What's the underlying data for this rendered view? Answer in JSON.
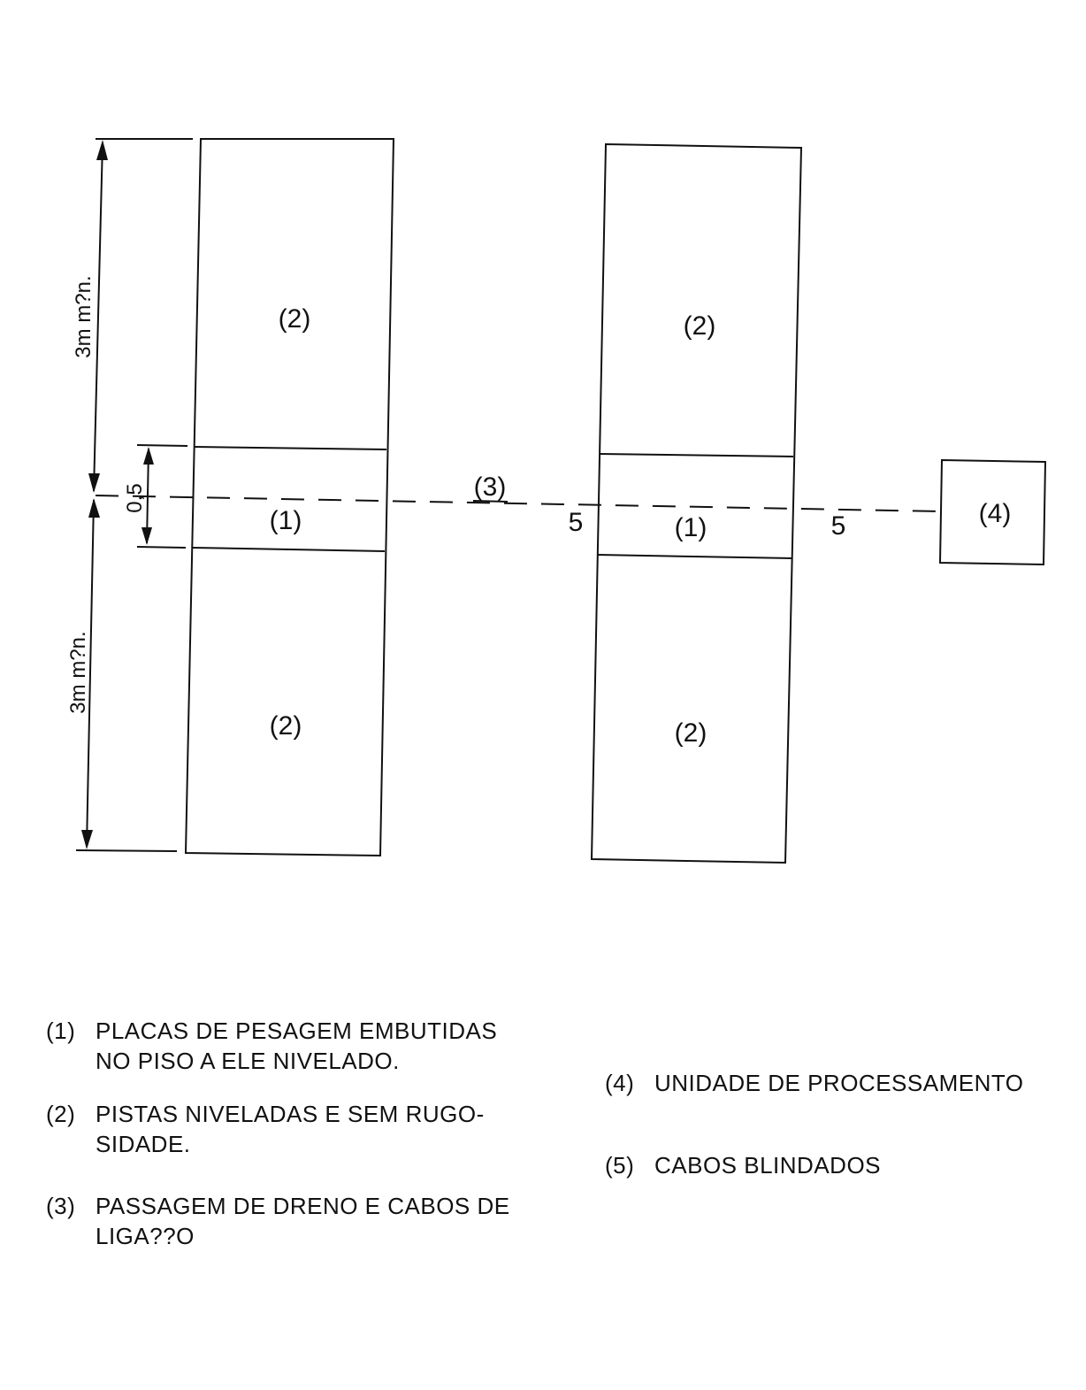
{
  "labels": {
    "zone_1_left": "(1)",
    "zone_2_left_top": "(2)",
    "zone_2_left_bottom": "(2)",
    "zone_1_right": "(1)",
    "zone_2_right_top": "(2)",
    "zone_2_right_bottom": "(2)",
    "drain": "(3)",
    "processing_unit": "(4)",
    "cable_left": "5",
    "cable_right": "5"
  },
  "dimensions": {
    "upper": "3m m?n.",
    "middle": "0,5",
    "lower": "3m m?n."
  },
  "legend": [
    {
      "num": "(1)",
      "text": "PLACAS DE PESAGEM EMBUTIDAS\nNO PISO A ELE NIVELADO."
    },
    {
      "num": "(2)",
      "text": "PISTAS NIVELADAS E SEM RUGO-\nSIDADE."
    },
    {
      "num": "(3)",
      "text": "PASSAGEM DE DRENO E CABOS DE\nLIGA??O"
    },
    {
      "num": "(4)",
      "text": "UNIDADE DE PROCESSAMENTO"
    },
    {
      "num": "(5)",
      "text": "CABOS BLINDADOS"
    }
  ]
}
